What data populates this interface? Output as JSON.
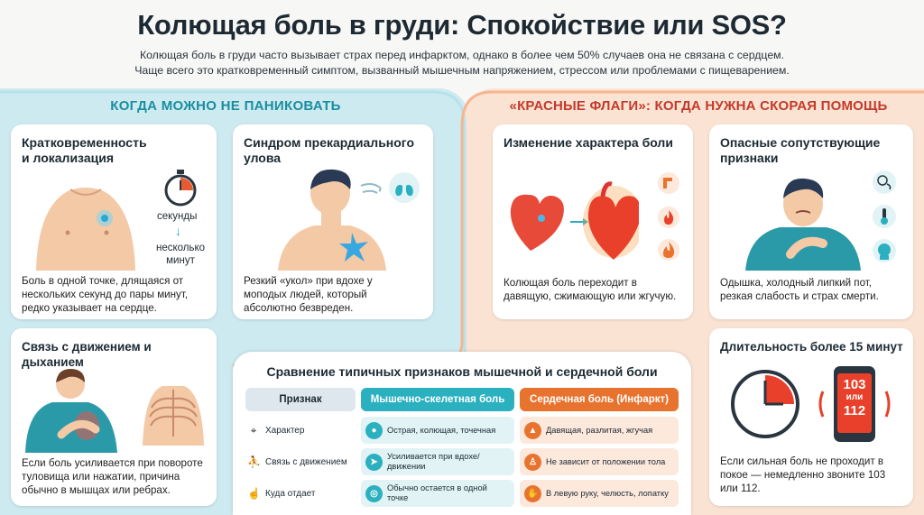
{
  "header": {
    "title": "Колющая боль в груди: Спокойствие или SOS?",
    "subtitle_line1": "Колющая боль в груди часто вызывает страх перед инфарктом, однако в более чем 50% случаев она не связана с сердцем.",
    "subtitle_line2": "Чаще всего это кратковременный симптом, вызванный мышечным напряжением, стрессом или проблемами с пищеварением."
  },
  "left_section": {
    "heading": "КОГДА МОЖНО НЕ ПАНИКОВАТЬ",
    "cards": [
      {
        "title_line1": "Кратковременность",
        "title_line2": "и локализация",
        "label_seconds": "секунды",
        "label_minutes_1": "несколько",
        "label_minutes_2": "минут",
        "text_line1": "Боль в одной точке, длящаяся от",
        "text_line2": "нескольких секунд до пары минут,",
        "text_line3": "редко указывает на сердце."
      },
      {
        "title_line1": "Синдром прекардиального",
        "title_line2": "улова",
        "text_line1": "Резкий «укол» при вдохе у",
        "text_line2": "моподых людей, который",
        "text_line3": "абсолютно безвреден."
      },
      {
        "title_line1": "Связь с движением и дыханием",
        "text_line1": "Если боль усиливается при повороте",
        "text_line2": "туловища или нажатии, причина",
        "text_line3": "обычно в мышцах или ребрах."
      }
    ]
  },
  "right_section": {
    "heading": "«КРАСНЫЕ ФЛАГИ»: КОГДА НУЖНА СКОРАЯ ПОМОЩЬ",
    "cards": [
      {
        "title_line1": "Изменение характера боли",
        "text_line1": "Колющая боль переходит в",
        "text_line2": "давящую, сжимающую или жгучую."
      },
      {
        "title_line1": "Опасные сопутствующие",
        "title_line2": "признаки",
        "text_line1": "Одышка, холодный липкий пот,",
        "text_line2": "резкая слабость и страх смерти."
      },
      {
        "title_line1": "Длительность более 15 минут",
        "phone_line1": "103",
        "phone_line2": "или",
        "phone_line3": "112",
        "text_line1": "Если сильная боль не проходит в",
        "text_line2": "покое — немедленно звоните 103",
        "text_line3": "или 112."
      }
    ]
  },
  "comparison": {
    "title": "Сравнение типичных признаков мышечной и сердечной боли",
    "headers": [
      "Признак",
      "Мышечно-скелетная боль",
      "Сердечная боль (Инфаркт)"
    ],
    "rows": [
      {
        "label": "Характер",
        "muscle": "Острая, колющая, точечная",
        "heart": "Давящая, разлитая, жгучая"
      },
      {
        "label": "Связь с движением",
        "muscle": "Усиливается при вдохе/движении",
        "heart": "Не зависит от положении тола"
      },
      {
        "label": "Куда отдает",
        "muscle": "Обычно остается в одной точке",
        "heart": "В левую руку, челюсть, лопатку"
      }
    ]
  },
  "colors": {
    "teal": "#2bb0c0",
    "orange": "#e8732f",
    "red": "#c33a2a"
  }
}
